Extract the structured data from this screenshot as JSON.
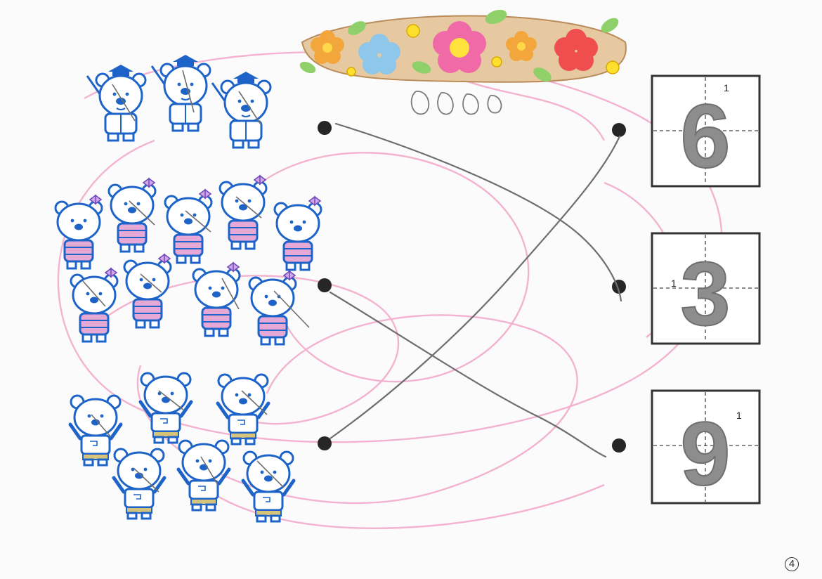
{
  "colors": {
    "bear_outline": "#1e64c8",
    "girl_shirt": "#e6a9d6",
    "boy_shorts": "#d8c37a",
    "pencil": "#6e6e6e",
    "pink_scribble": "#f2a6c9",
    "dot": "#262626"
  },
  "groups": [
    {
      "id": "teachers",
      "count": 3,
      "icon": "bear-teacher-icon"
    },
    {
      "id": "girls",
      "count": 9,
      "icon": "bear-girl-icon"
    },
    {
      "id": "boys",
      "count": 6,
      "icon": "bear-boy-icon"
    }
  ],
  "numbers": [
    {
      "digit": "6",
      "stroke_hint": "1"
    },
    {
      "digit": "3",
      "stroke_hint": "1"
    },
    {
      "digit": "9",
      "stroke_hint": "1"
    }
  ],
  "page_number": "4"
}
